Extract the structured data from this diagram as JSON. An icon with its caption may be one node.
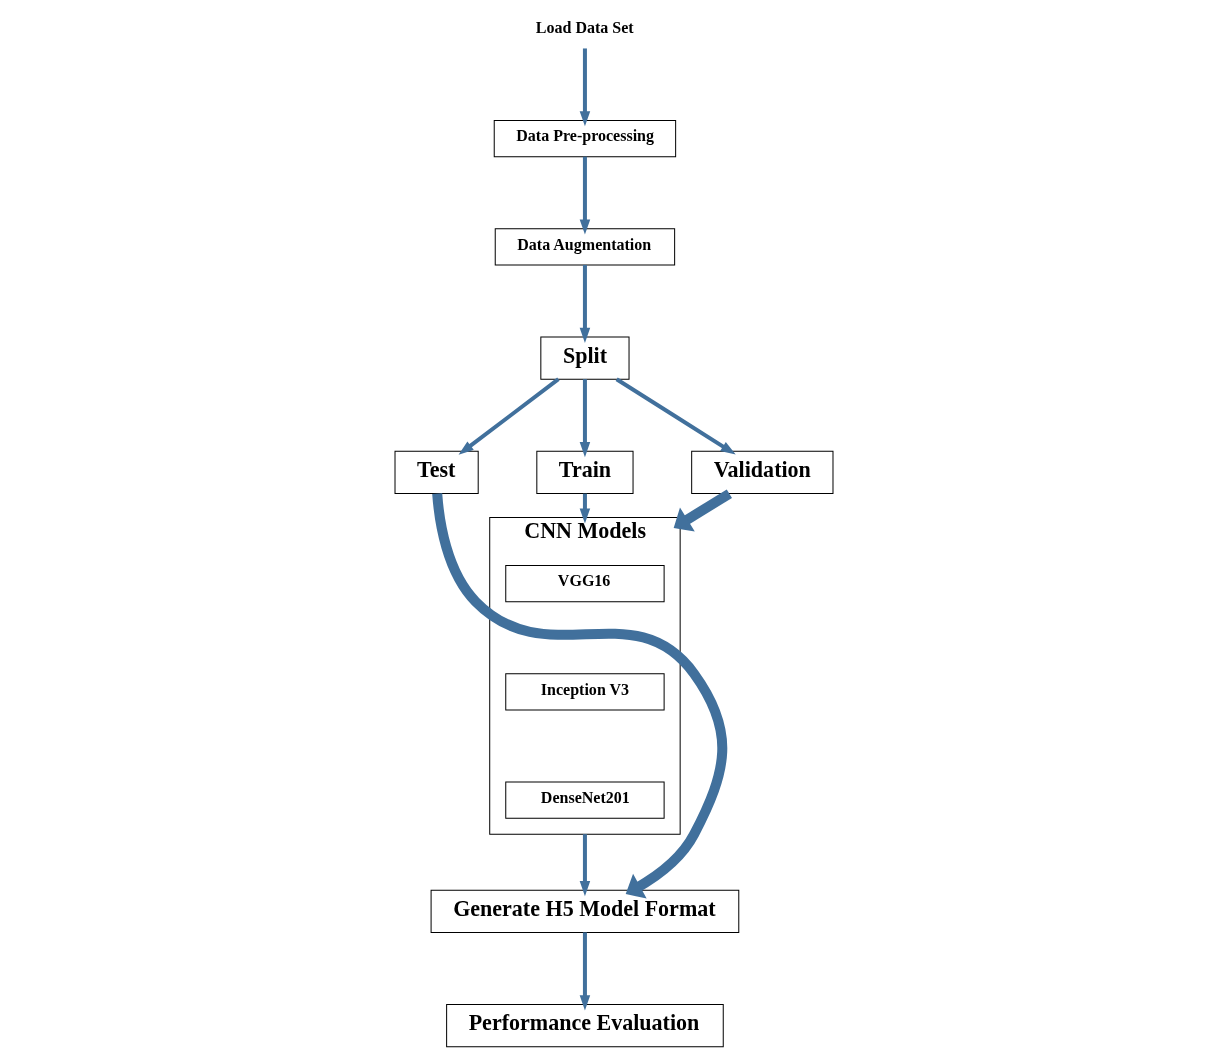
{
  "diagram": {
    "nodes": [
      {
        "text": [
          "Load Data Set"
        ]
      },
      {
        "text": [
          "Data Pre-processing"
        ]
      },
      {
        "text": [
          "Data Augmentation"
        ]
      },
      {
        "text": [
          "Split"
        ]
      },
      {
        "text": [
          "Test"
        ]
      },
      {
        "text": [
          "Train"
        ]
      },
      {
        "text": [
          "Validation"
        ]
      },
      {
        "text": [
          "CNN Models"
        ]
      },
      {
        "text": [
          "VGG16"
        ],
        "in": 7
      },
      {
        "text": [
          "Inception V3"
        ],
        "in": 7
      },
      {
        "text": [
          "DenseNet201"
        ],
        "in": 7
      },
      {
        "text": [
          "Generate H5 Model Format"
        ]
      },
      {
        "text": [
          "Performance Evaluation"
        ]
      }
    ],
    "edges": [
      {
        "from": 0,
        "to": 1,
        "arrow": "to"
      },
      {
        "from": 1,
        "to": 2,
        "arrow": "to"
      },
      {
        "from": 2,
        "to": 3,
        "arrow": "to"
      },
      {
        "from": 3,
        "to": 4,
        "arrow": "to"
      },
      {
        "from": 3,
        "to": 5,
        "arrow": "to"
      },
      {
        "from": 3,
        "to": 6,
        "arrow": "to"
      },
      {
        "from": 5,
        "to": 7,
        "arrow": "to"
      },
      {
        "from": 4,
        "to": 11,
        "arrow": "to",
        "style": "thick"
      },
      {
        "from": 6,
        "to": 7,
        "arrow": "to",
        "style": "thick"
      },
      {
        "from": 7,
        "to": 11,
        "arrow": "to"
      },
      {
        "from": 11,
        "to": 12,
        "arrow": "to"
      }
    ]
  }
}
